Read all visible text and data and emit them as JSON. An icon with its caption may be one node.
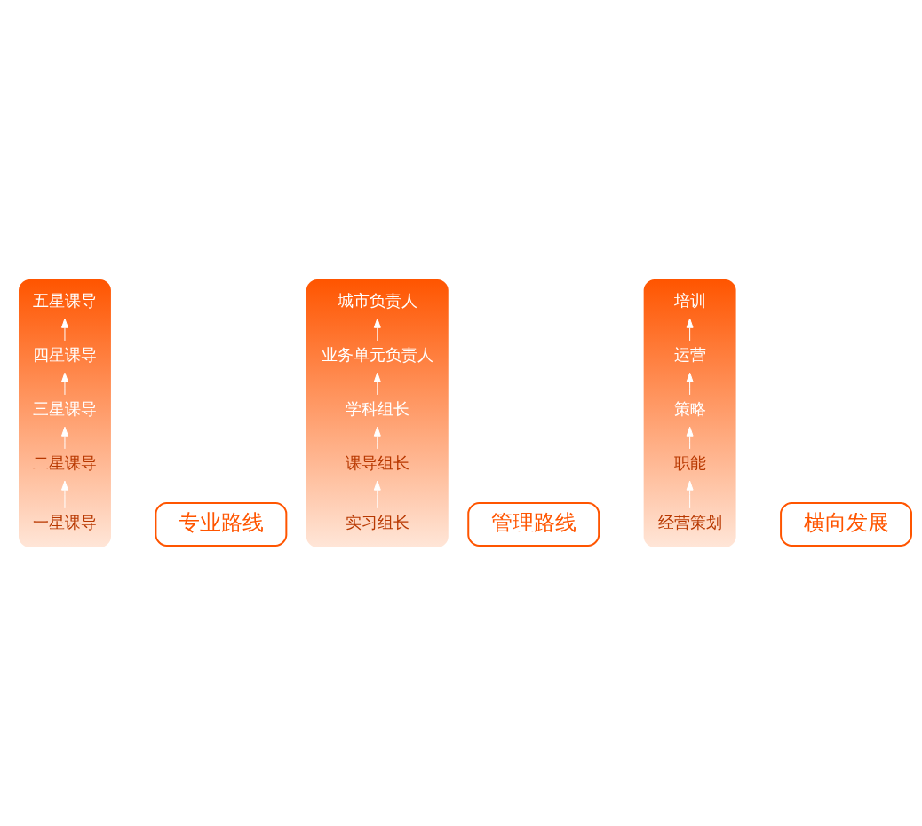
{
  "diagram": {
    "nodes": [
      {
        "text": [],
        "shape": "arrow"
      },
      {
        "text": [
          "五星课导"
        ],
        "in": 0
      },
      {
        "text": [
          "四星课导"
        ],
        "in": 0
      },
      {
        "text": [
          "三星课导"
        ],
        "in": 0
      },
      {
        "text": [
          "二星课导"
        ],
        "in": 0
      },
      {
        "text": [
          "一星课导"
        ],
        "in": 0
      },
      {
        "text": [],
        "shape": "arrow"
      },
      {
        "text": [
          "城市负责人"
        ],
        "in": 6
      },
      {
        "text": [
          "业务单元负责人"
        ],
        "in": 6
      },
      {
        "text": [
          "学科组长"
        ],
        "in": 6
      },
      {
        "text": [
          "课导组长"
        ],
        "in": 6
      },
      {
        "text": [
          "实习组长"
        ],
        "in": 6
      },
      {
        "text": [],
        "shape": "arrow"
      },
      {
        "text": [
          "培训"
        ],
        "in": 12
      },
      {
        "text": [
          "运营"
        ],
        "in": 12
      },
      {
        "text": [
          "策略"
        ],
        "in": 12
      },
      {
        "text": [
          "职能"
        ],
        "in": 12
      },
      {
        "text": [
          "经营策划"
        ],
        "in": 12
      },
      {
        "text": [
          "专业路线"
        ]
      },
      {
        "text": [
          "管理路线"
        ]
      },
      {
        "text": [
          "横向发展"
        ]
      }
    ],
    "edges": [
      {
        "from": 5,
        "to": 4,
        "arrow": "to"
      },
      {
        "from": 4,
        "to": 3,
        "arrow": "to"
      },
      {
        "from": 3,
        "to": 2,
        "arrow": "to"
      },
      {
        "from": 2,
        "to": 1,
        "arrow": "to"
      },
      {
        "from": 11,
        "to": 10,
        "arrow": "to"
      },
      {
        "from": 10,
        "to": 9,
        "arrow": "to"
      },
      {
        "from": 9,
        "to": 8,
        "arrow": "to"
      },
      {
        "from": 8,
        "to": 7,
        "arrow": "to"
      },
      {
        "from": 17,
        "to": 16,
        "arrow": "to"
      },
      {
        "from": 16,
        "to": 15,
        "arrow": "to"
      },
      {
        "from": 15,
        "to": 14,
        "arrow": "to"
      },
      {
        "from": 14,
        "to": 13,
        "arrow": "to"
      }
    ]
  }
}
